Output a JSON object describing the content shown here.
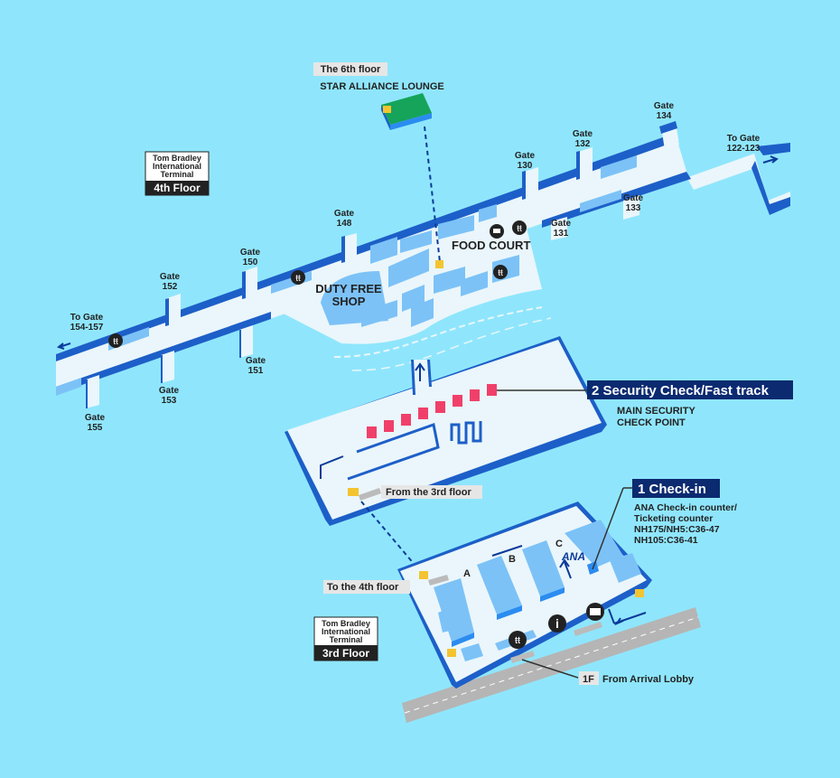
{
  "colors": {
    "background": "#8fe6fc",
    "floor": "#eaf6fb",
    "wall": "#1d5fc8",
    "shop": "#7cc2f7",
    "callout": "#0b2a70",
    "security_lane": "#f0406a",
    "road": "#b4b4b4"
  },
  "lounge": {
    "floor_label": "The 6th floor",
    "name": "STAR ALLIANCE LOUNGE"
  },
  "terminal_4f": {
    "line1": "Tom Bradley",
    "line2": "International",
    "line3": "Terminal",
    "floor": "4th Floor"
  },
  "terminal_3f": {
    "line1": "Tom Bradley",
    "line2": "International",
    "line3": "Terminal",
    "floor": "3rd Floor"
  },
  "gates": {
    "g148": [
      "Gate",
      "148"
    ],
    "g150": [
      "Gate",
      "150"
    ],
    "g152": [
      "Gate",
      "152"
    ],
    "g151": [
      "Gate",
      "151"
    ],
    "g153": [
      "Gate",
      "153"
    ],
    "g155": [
      "Gate",
      "155"
    ],
    "g130": [
      "Gate",
      "130"
    ],
    "g132": [
      "Gate",
      "132"
    ],
    "g134": [
      "Gate",
      "134"
    ],
    "g131": [
      "Gate",
      "131"
    ],
    "g133": [
      "Gate",
      "133"
    ],
    "to_left": [
      "To Gate",
      "154-157"
    ],
    "to_right": [
      "To Gate",
      "122-123"
    ]
  },
  "areas": {
    "food_court": "FOOD COURT",
    "duty_free": [
      "DUTY FREE",
      "SHOP"
    ]
  },
  "security": {
    "callout": "2 Security Check/Fast track",
    "desc": [
      "MAIN SECURITY",
      "CHECK POINT"
    ]
  },
  "escalators": {
    "from_3rd": "From the 3rd floor",
    "to_4th": "To the 4th floor"
  },
  "checkin": {
    "callout": "1 Check-in",
    "desc": [
      "ANA Check-in counter/",
      "Ticketing counter",
      "NH175/NH5:C36-47",
      "NH105:C36-41"
    ],
    "rows": [
      "A",
      "B",
      "C"
    ],
    "airline_logo": "ANA"
  },
  "arrival": {
    "badge": "1F",
    "label": "From Arrival Lobby"
  },
  "icons": [
    "restroom-icon",
    "restaurant-icon",
    "information-icon",
    "elevator-icon",
    "escalator-icon",
    "arrow-icon"
  ]
}
